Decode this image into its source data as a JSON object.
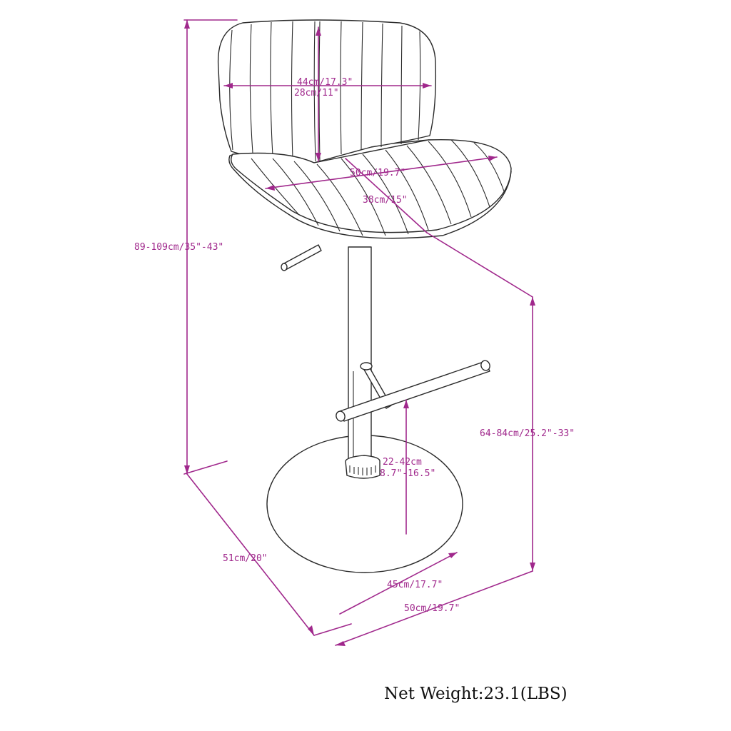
{
  "colors": {
    "dimension": "#a0288c",
    "outline": "#2a2a2a",
    "background": "#ffffff"
  },
  "dimensions": {
    "seat_back_width": "44cm/17.3\"",
    "back_height": "28cm/11\"",
    "seat_width": "50cm/19.7\"",
    "seat_depth": "38cm/15\"",
    "overall_height": "89-109cm/35\"-43\"",
    "seat_height": "64-84cm/25.2\"-33\"",
    "footrest_height_line1": "22-42cm",
    "footrest_height_line2": "8.7\"-16.5\"",
    "overall_depth": "51cm/20\"",
    "base_diameter": "45cm/17.7\"",
    "overall_width": "50cm/19.7\""
  },
  "footer": {
    "net_weight": "Net Weight:23.1(LBS)"
  }
}
